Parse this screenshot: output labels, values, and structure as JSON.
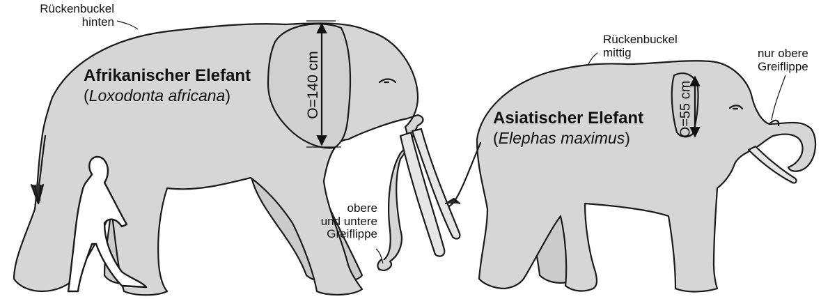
{
  "labels": {
    "ruecken_hinten_1": "Rückenbuckel",
    "ruecken_hinten_2": "hinten",
    "ruecken_mittig_1": "Rückenbuckel",
    "ruecken_mittig_2": "mittig",
    "nur_obere_1": "nur obere",
    "nur_obere_2": "Greiflippe",
    "obere_untere_1": "obere",
    "obere_untere_2": "und untere",
    "obere_untere_3": "Greiflippe"
  },
  "african": {
    "name": "Afrikanischer Elefant",
    "latin": "Loxodonta africana",
    "ear_measure": "O=140 cm"
  },
  "asian": {
    "name": "Asiatischer Elefant",
    "latin": "Elephas maximus",
    "ear_measure": "O=55 cm"
  },
  "colors": {
    "body_fill": "#d6d6d6",
    "outline": "#1a1a1a",
    "tusk_fill": "#e6e6e6",
    "background": "#ffffff"
  }
}
